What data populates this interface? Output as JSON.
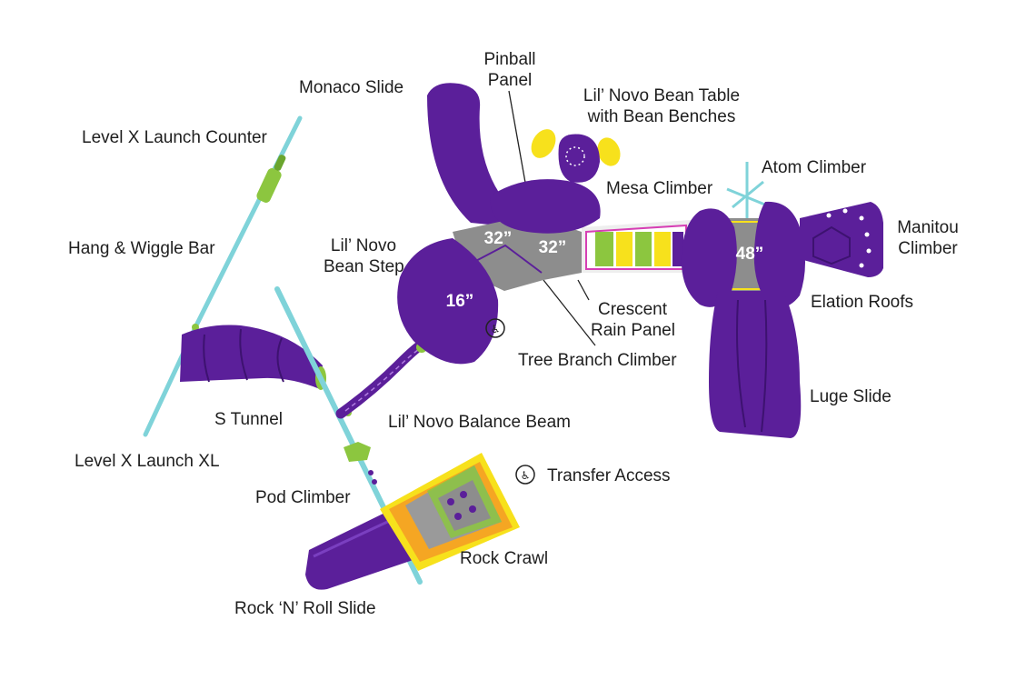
{
  "labels": {
    "level_x_launch_counter": "Level X Launch Counter",
    "hang_wiggle_bar": "Hang & Wiggle Bar",
    "s_tunnel": "S Tunnel",
    "level_x_launch_xl": "Level X Launch XL",
    "pod_climber": "Pod Climber",
    "rock_n_roll_slide": "Rock ‘N’ Roll Slide",
    "rock_crawl": "Rock Crawl",
    "transfer_access": "Transfer Access",
    "lil_novo_balance_beam": "Lil’ Novo Balance Beam",
    "tree_branch_climber": "Tree Branch Climber",
    "crescent_rain_panel_1": "Crescent",
    "crescent_rain_panel_2": "Rain Panel",
    "lil_novo_bean_step_1": "Lil’ Novo",
    "lil_novo_bean_step_2": "Bean Step",
    "monaco_slide": "Monaco Slide",
    "pinball_panel_1": "Pinball",
    "pinball_panel_2": "Panel",
    "bean_table_1": "Lil’ Novo Bean Table",
    "bean_table_2": "with Bean Benches",
    "mesa_climber": "Mesa Climber",
    "atom_climber": "Atom Climber",
    "manitou_climber_1": "Manitou",
    "manitou_climber_2": "Climber",
    "elation_roofs": "Elation Roofs",
    "luge_slide": "Luge Slide"
  },
  "deck_heights": {
    "deck_16": "16”",
    "deck_32a": "32”",
    "deck_32b": "32”",
    "deck_48": "48”"
  },
  "colors": {
    "purple": "#5b1f9a",
    "purple_light": "#6e2fb2",
    "teal": "#7fd3d9",
    "green": "#8cc63f",
    "yellow": "#f7e11c",
    "orange": "#f5a623",
    "gray_deck": "#8d8d8d",
    "magenta": "#d63fb4"
  }
}
